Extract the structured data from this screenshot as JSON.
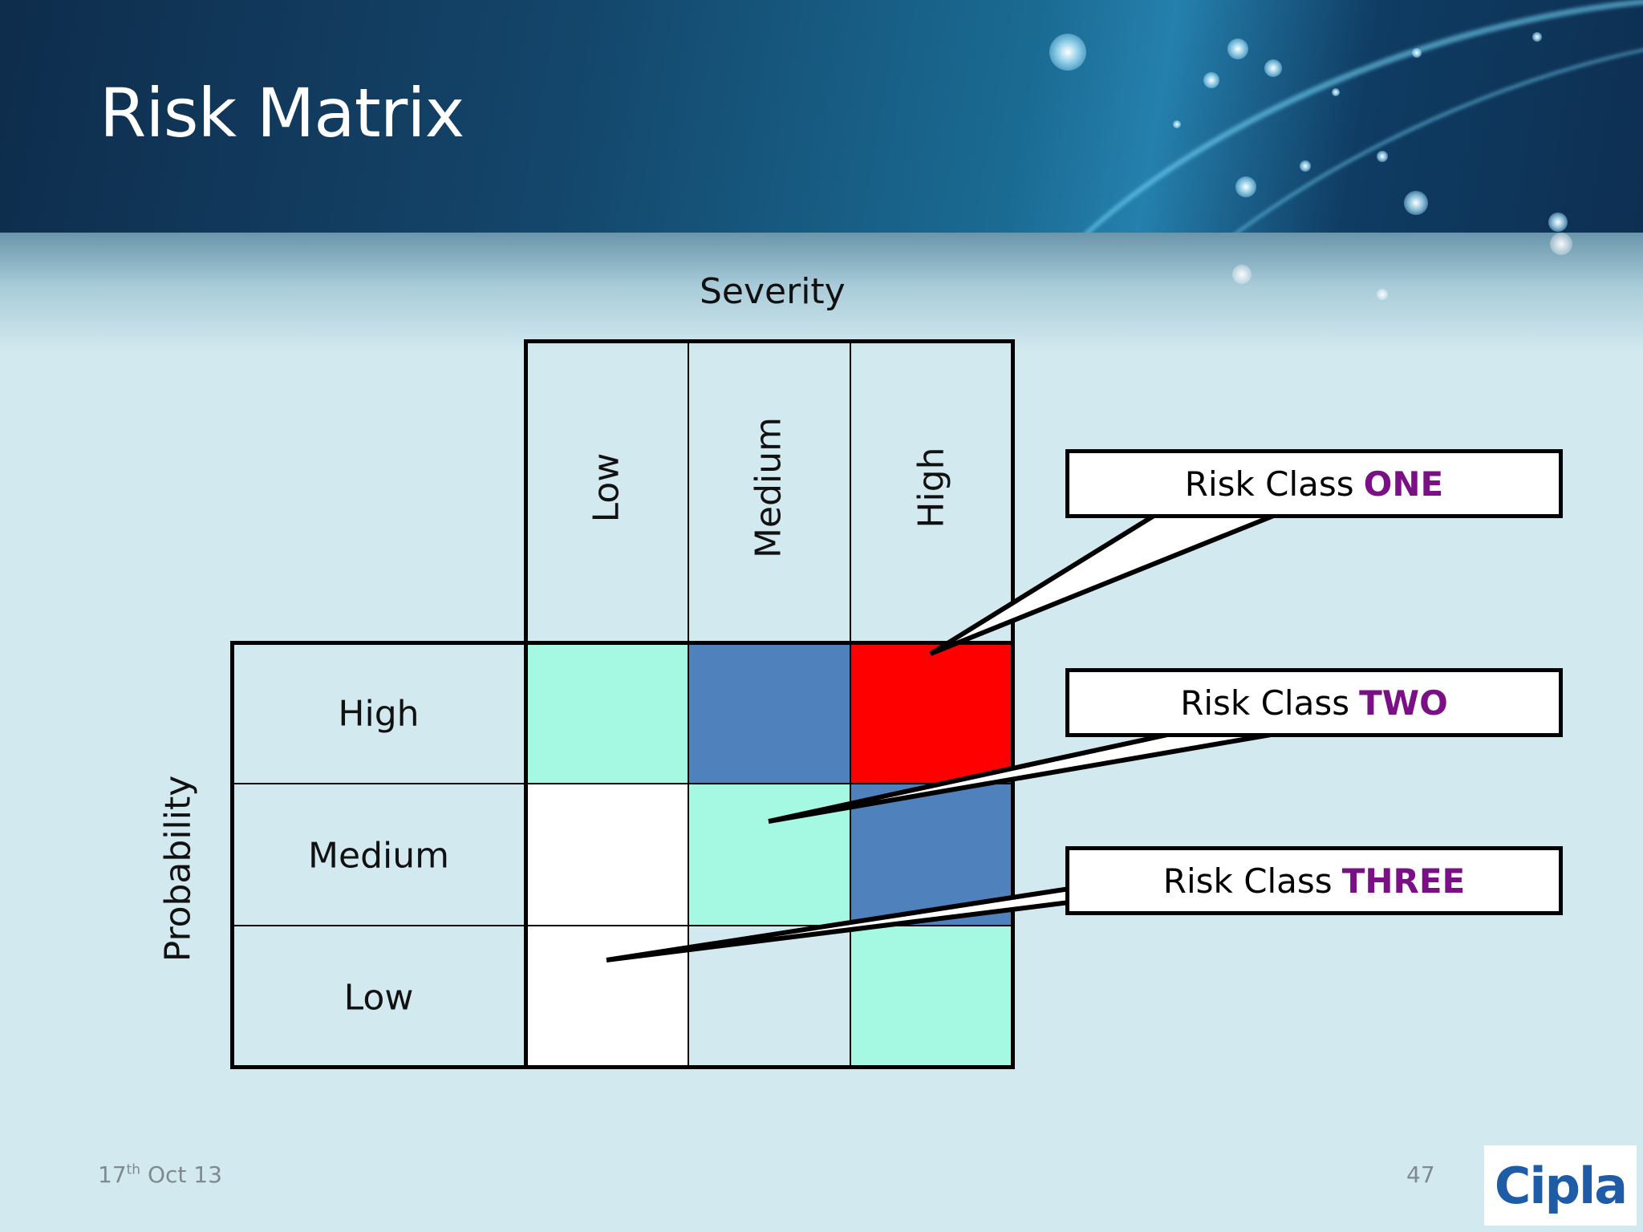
{
  "slide": {
    "title": "Risk Matrix",
    "date_day": "17",
    "date_suffix": "th",
    "date_rest": " Oct 13",
    "page_number": "47",
    "logo_text": "Cipla"
  },
  "matrix": {
    "severity_label": "Severity",
    "probability_label": "Probability",
    "severity_levels": [
      "Low",
      "Medium",
      "High"
    ],
    "probability_levels": [
      "High",
      "Medium",
      "Low"
    ],
    "cell_colors": [
      [
        "#a5f9e3",
        "#4f81bd",
        "#ff0000"
      ],
      [
        "#ffffff",
        "#a5f9e3",
        "#4f81bd"
      ],
      [
        "#ffffff",
        "#d3e9f0",
        "#a5f9e3"
      ]
    ]
  },
  "callouts": [
    {
      "prefix": "Risk Class",
      "emphasis": "ONE"
    },
    {
      "prefix": "Risk Class",
      "emphasis": "TWO"
    },
    {
      "prefix": "Risk Class",
      "emphasis": "THREE"
    }
  ],
  "colors": {
    "risk_class_one": "#ff0000",
    "risk_class_two": "#4f81bd",
    "risk_class_three": "#a5f9e3",
    "emphasis_text": "#7a0f86"
  }
}
